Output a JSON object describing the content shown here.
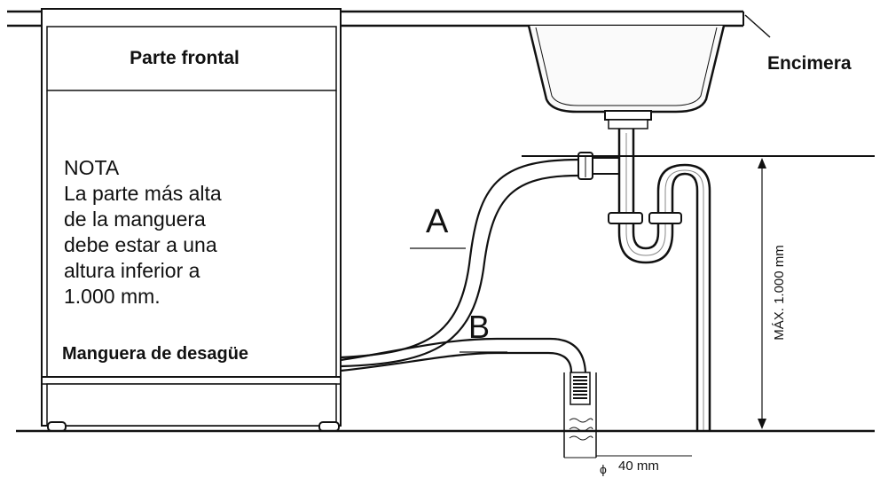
{
  "labels": {
    "front_panel": "Parte frontal",
    "countertop": "Encimera",
    "note_lines": [
      "NOTA",
      "La parte más alta",
      "de la manguera",
      "debe estar a una",
      "altura inferior a",
      "1.000 mm."
    ],
    "drain_hose": "Manguera de desagüe",
    "option_a": "A",
    "option_b": "B",
    "max_height": "MÁX. 1.000 mm",
    "diameter_symbol": "ϕ",
    "diameter_value": "40 mm"
  }
}
